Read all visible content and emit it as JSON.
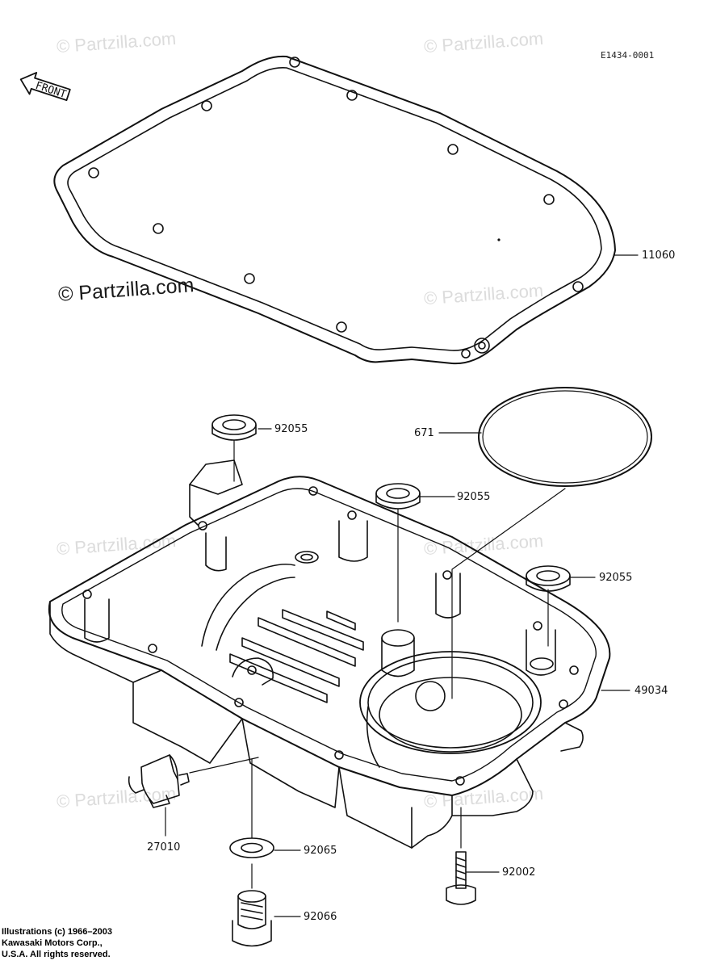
{
  "diagram": {
    "reference_code": "E1434-0001",
    "front_label": "FRONT",
    "watermark_text": "© Partzilla.com",
    "copyright_main": "© Partzilla.com",
    "credit_lines": [
      "Illustrations (c) 1966–2003",
      "Kawasaki Motors Corp.,",
      "U.S.A.  All rights reserved."
    ],
    "callouts": [
      {
        "id": "gasket",
        "label": "11060"
      },
      {
        "id": "o-ring",
        "label": "671"
      },
      {
        "id": "washer-top",
        "label": "92055"
      },
      {
        "id": "washer-mid",
        "label": "92055"
      },
      {
        "id": "washer-right",
        "label": "92055"
      },
      {
        "id": "oil-pan",
        "label": "49034"
      },
      {
        "id": "switch",
        "label": "27010"
      },
      {
        "id": "drain-washer",
        "label": "92065"
      },
      {
        "id": "bolt",
        "label": "92002"
      },
      {
        "id": "drain-plug",
        "label": "92066"
      }
    ],
    "line_color": "#111111"
  }
}
